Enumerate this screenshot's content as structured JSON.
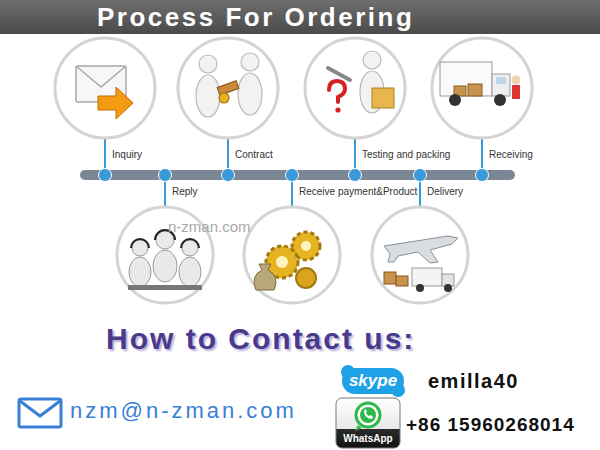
{
  "diagram": {
    "title": "Process For Ordering",
    "nodes": [
      {
        "text": [
          "Inquiry"
        ]
      },
      {
        "text": [
          "Reply"
        ]
      },
      {
        "text": [
          "Contract"
        ]
      },
      {
        "text": [
          "Receive payment&Product"
        ]
      },
      {
        "text": [
          "Testing and packing"
        ]
      },
      {
        "text": [
          "Delivery"
        ]
      },
      {
        "text": [
          "Receiving"
        ]
      }
    ],
    "edges": [
      {
        "from": 0,
        "to": 1,
        "arrow": "none"
      },
      {
        "from": 1,
        "to": 2,
        "arrow": "none"
      },
      {
        "from": 2,
        "to": 3,
        "arrow": "none"
      },
      {
        "from": 3,
        "to": 4,
        "arrow": "none"
      },
      {
        "from": 4,
        "to": 5,
        "arrow": "none"
      },
      {
        "from": 5,
        "to": 6,
        "arrow": "none"
      }
    ],
    "labels": [
      "n-zman.com",
      "How to Contact us:",
      "skype",
      "emilla40",
      "nzm@n-zman.com",
      "WhatsApp",
      "+86 15960268014"
    ]
  }
}
